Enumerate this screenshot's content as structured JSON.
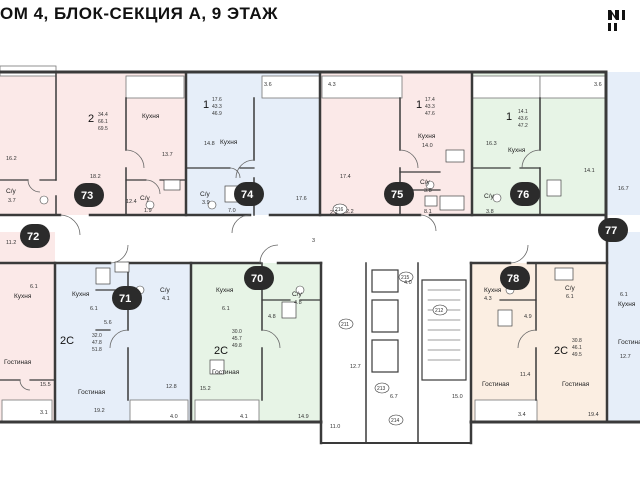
{
  "title": "ОМ 4, БЛОК-СЕКЦИЯ А, 9 ЭТАЖ",
  "colors": {
    "pink": "#fbe9e8",
    "blue": "#e6eef9",
    "green": "#e7f4e6",
    "peach": "#fbeee2",
    "badge": "#2b2b2b",
    "wall": "#3a3a3a"
  },
  "labels": {
    "kitchen": "Кухня",
    "bath": "С/у",
    "living": "Гостиная"
  },
  "top_apartments": [
    {
      "number": "73",
      "rooms": "2",
      "areas": [
        "34.4",
        "66.1",
        "69.5"
      ],
      "measures": [
        "16.2",
        "18.2",
        "13.7",
        "3.7",
        "12.4",
        "1.9"
      ]
    },
    {
      "number": "74",
      "rooms": "1",
      "areas": [
        "17.6",
        "43.3",
        "46.9"
      ],
      "measures": [
        "14.8",
        "3.9",
        "7.0",
        "17.6",
        "3.6"
      ]
    },
    {
      "number": "75",
      "rooms": "1",
      "areas": [
        "17.4",
        "43.3",
        "47.6"
      ],
      "measures": [
        "4.3",
        "17.4",
        "14.0",
        "3.8",
        "8.1",
        "2.2"
      ]
    },
    {
      "number": "76",
      "rooms": "1",
      "areas": [
        "14.1",
        "43.6",
        "47.2"
      ],
      "measures": [
        "16.3",
        "3.8",
        "14.1",
        "3.6"
      ]
    }
  ],
  "side_badges": [
    "72",
    "77"
  ],
  "bottom_apartments": [
    {
      "number": "71",
      "rooms": "2С",
      "areas": [
        "32.0",
        "47.8",
        "51.8"
      ],
      "measures": [
        "6.1",
        "4.1",
        "5.6",
        "12.8",
        "19.2",
        "4.0"
      ]
    },
    {
      "number": "70",
      "rooms": "2С",
      "areas": [
        "30.0",
        "45.7",
        "49.8"
      ],
      "measures": [
        "6.1",
        "4.8",
        "4.8",
        "15.2",
        "4.1",
        "14.9"
      ]
    },
    {
      "number": "78",
      "rooms": "2С",
      "areas": [
        "30.8",
        "46.1",
        "49.5"
      ],
      "measures": [
        "4.3",
        "4.9",
        "6.1",
        "11.4",
        "3.4",
        "19.4"
      ]
    }
  ],
  "left_edge": {
    "measures": [
      "11.2",
      "6.1",
      "15.5",
      "3.1"
    ]
  },
  "right_edge": {
    "measures": [
      "16.7",
      "6.1",
      "12.7"
    ]
  },
  "core": {
    "rooms": [
      "211",
      "212",
      "213",
      "214",
      "215",
      "216"
    ],
    "measures": [
      "4.0",
      "12.7",
      "6.7",
      "15.0",
      "11.0",
      "2.2",
      "3"
    ]
  }
}
